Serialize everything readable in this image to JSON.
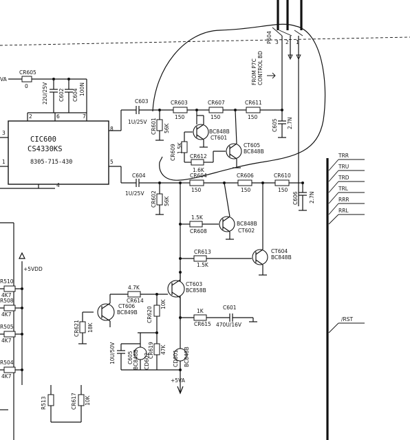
{
  "schematic": {
    "ic": {
      "ref": "CIC600",
      "part": "CS4330KS",
      "number": "8305-715-430",
      "pins": {
        "p2": "2",
        "p3": "3",
        "p1": "1",
        "p4": "4",
        "p5": "5",
        "p6": "6",
        "p7": "7",
        "p8": "8"
      }
    },
    "rail_left": "VA",
    "connector": {
      "ref": "P604",
      "pins": [
        "3",
        "2",
        "1"
      ],
      "note_line1": "FROM P7C",
      "note_line2": "CONTROL BD"
    },
    "resistors": {
      "CR605": {
        "ref": "CR605",
        "value": "0"
      },
      "CR603": {
        "ref": "CR603",
        "value": "150"
      },
      "CR607": {
        "ref": "CR607",
        "value": "150"
      },
      "CR611": {
        "ref": "CR611",
        "value": "150"
      },
      "CR601": {
        "ref": "CR601",
        "value": "56K"
      },
      "CR609": {
        "ref": "CR609",
        "value": "1.5K"
      },
      "CR612": {
        "ref": "CR612",
        "value": "1.6K"
      },
      "CR604": {
        "ref": "CR604",
        "value": "150"
      },
      "CR606": {
        "ref": "CR606",
        "value": "150"
      },
      "CR610": {
        "ref": "CR610",
        "value": "150"
      },
      "CR602": {
        "ref": "CR602",
        "value": "56K"
      },
      "CR608": {
        "ref": "CR608",
        "value": "1.5K"
      },
      "CR613": {
        "ref": "CR613",
        "value": "1.5K"
      },
      "CR614": {
        "ref": "CR614",
        "value": "4.7K"
      },
      "CR615": {
        "ref": "CR615",
        "value": "1K"
      },
      "CR620": {
        "ref": "CR620",
        "value": "10K"
      },
      "CR619": {
        "ref": "CR619",
        "value": "47K"
      },
      "CR621": {
        "ref": "CR621",
        "value": "18K"
      },
      "CR617": {
        "ref": "CR617",
        "value": "10K"
      },
      "R510": {
        "ref": "R510",
        "value": "4K7"
      },
      "R508": {
        "ref": "R508",
        "value": "4K7"
      },
      "R505": {
        "ref": "R505",
        "value": "4K7"
      },
      "R504": {
        "ref": "R504",
        "value": "4K7"
      },
      "R513": {
        "ref": "R513"
      }
    },
    "capacitors": {
      "C602": {
        "ref": "C602",
        "value": "22U/25V"
      },
      "C604N": {
        "ref": "C604",
        "value": "100N"
      },
      "C603": {
        "ref": "C603",
        "value": "1U/25V"
      },
      "C605": {
        "ref": "C605",
        "value": "2.7N"
      },
      "C604": {
        "ref": "C604",
        "value": "1U/25V"
      },
      "C606": {
        "ref": "C606",
        "value": "2.7N"
      },
      "C601": {
        "ref": "C601",
        "value": "470U/16V"
      },
      "C605b": {
        "ref": "C605",
        "value": "10U/50V"
      }
    },
    "transistors": {
      "CT601": {
        "ref": "CT601",
        "type": "BC848B"
      },
      "CT605": {
        "ref": "CT605",
        "type": "BC848B"
      },
      "CT602": {
        "ref": "CT602",
        "type": "BC848B"
      },
      "CT604": {
        "ref": "CT604",
        "type": "BC848B"
      },
      "CT603": {
        "ref": "CT603",
        "type": "BC858B"
      },
      "CT606": {
        "ref": "CT606",
        "type": "BC849B"
      },
      "CD602": {
        "ref": "CD602",
        "type": "BC848B"
      },
      "CD601": {
        "ref": "CD601",
        "type": "BC848B"
      }
    },
    "rails": {
      "vdd": "+5VDD",
      "va": "+5VA"
    },
    "bus_labels": [
      "TRR",
      "TRU",
      "TRD",
      "TRL",
      "RRR",
      "RRL",
      "/RST"
    ]
  }
}
